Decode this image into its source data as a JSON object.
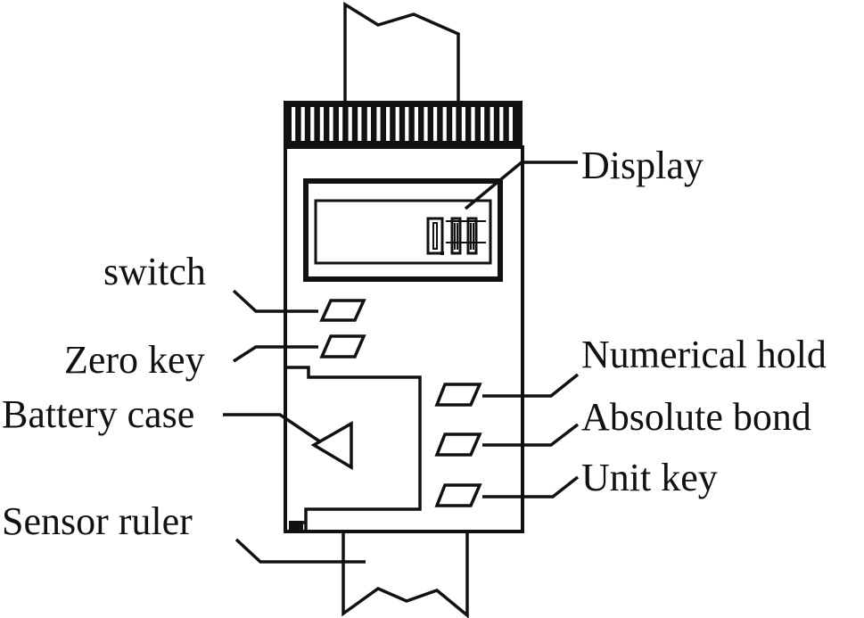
{
  "labels": {
    "display": "Display",
    "switch": "switch",
    "zero_key": "Zero key",
    "battery_case": "Battery case",
    "sensor_ruler": "Sensor ruler",
    "numerical_hold": "Numerical hold",
    "absolute_bond": "Absolute bond",
    "unit_key": "Unit key"
  },
  "display_readout": "0.11",
  "colors": {
    "ink": "#111111",
    "background": "#ffffff"
  }
}
